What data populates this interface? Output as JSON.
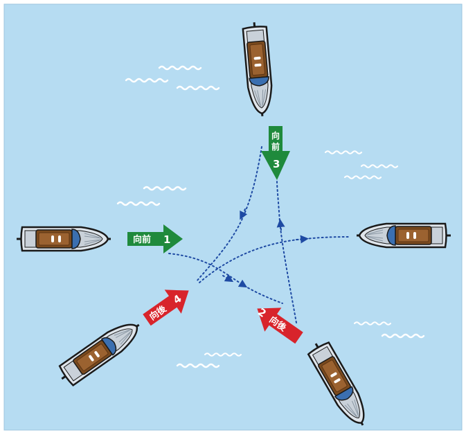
{
  "colors": {
    "water": "#b6dcf2",
    "wave": "#ffffff",
    "path": "#1e4aa3",
    "forward_arrow": "#1f8a3c",
    "reverse_arrow": "#d8242b",
    "hull": "#dfe5eb",
    "deck": "#7a4a1e",
    "cabin": "#3b6fb0"
  },
  "steps": [
    {
      "number": "1",
      "label": "向前",
      "direction": "forward"
    },
    {
      "number": "2",
      "label": "向後",
      "direction": "reverse"
    },
    {
      "number": "3",
      "label": "向前",
      "direction": "forward"
    },
    {
      "number": "4",
      "label": "向後",
      "direction": "reverse"
    }
  ],
  "icons": {
    "boat": "motorboat-icon",
    "wave": "wave-icon"
  }
}
